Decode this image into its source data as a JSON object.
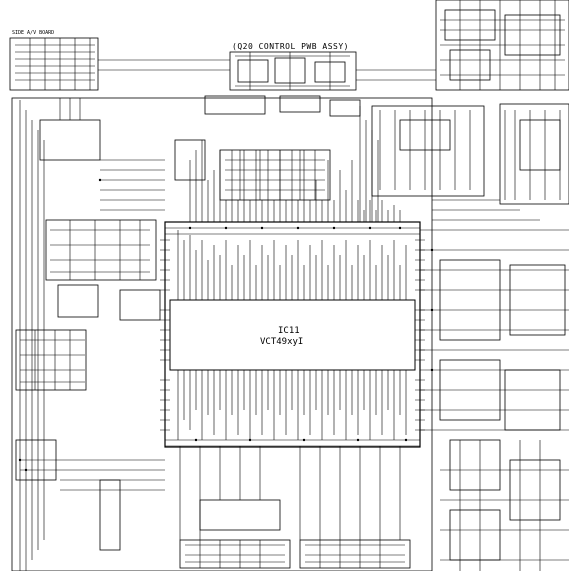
{
  "schematic": {
    "side_board_label": "SIDE A/V BOARD",
    "control_board_label": "(Q20 CONTROL PWB ASSY)",
    "main_ic": {
      "reference": "IC11",
      "part_number": "VCT49xyI"
    }
  },
  "colors": {
    "ink": "#000000",
    "paper": "#ffffff"
  }
}
